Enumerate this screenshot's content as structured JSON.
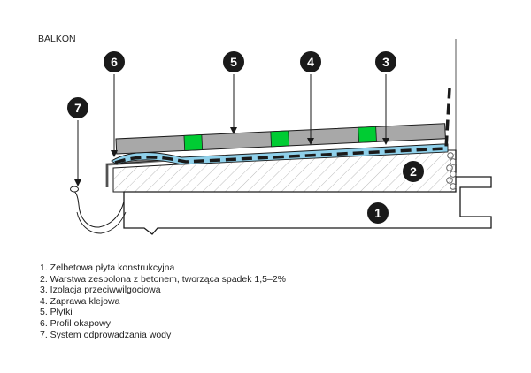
{
  "title": "BALKON",
  "markers": [
    {
      "number": "1",
      "label": "1. Żelbetowa płyta konstrukcyjna"
    },
    {
      "number": "2",
      "label": "2. Warstwa zespolona z betonem, tworząca spadek 1,5–2%"
    },
    {
      "number": "3",
      "label": "3. Izolacja przeciwwilgociowa"
    },
    {
      "number": "4",
      "label": "4. Zaprawa klejowa"
    },
    {
      "number": "5",
      "label": "5. Płytki"
    },
    {
      "number": "6",
      "label": "6. Profil okapowy"
    },
    {
      "number": "7",
      "label": "7. System odprowadzania wody"
    }
  ],
  "colors": {
    "tile": "#a8a8a8",
    "tile_joint": "#00cc33",
    "waterproofing": "#8fd0ea",
    "marker": "#1a1a1a",
    "outline": "#1a1a1a"
  }
}
